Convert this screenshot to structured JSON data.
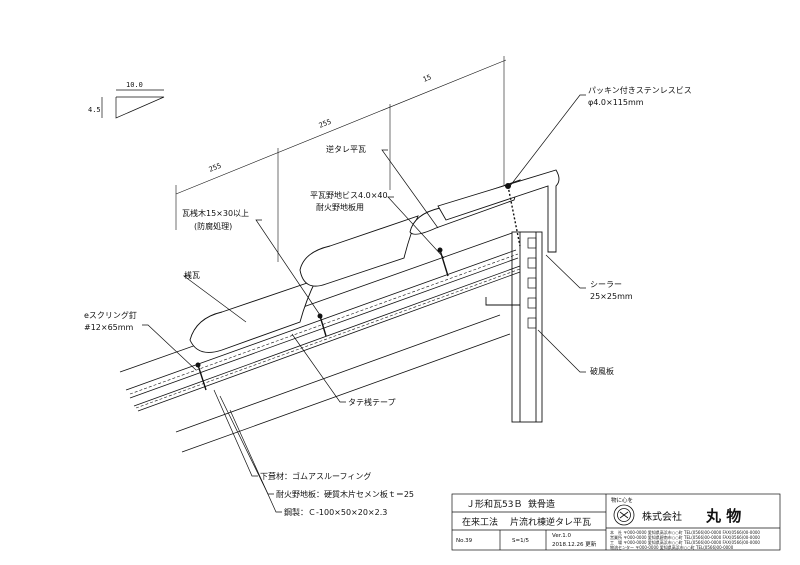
{
  "dimensions": {
    "slope_run": "10.0",
    "slope_rise": "4.5",
    "span_1": "255",
    "span_2": "255",
    "span_3": "15"
  },
  "labels": {
    "screw": "パッキン付きステンレスビス",
    "screw_size": "φ4.0×115mm",
    "reverse_tile": "逆タレ平瓦",
    "base_screw": "平瓦野地ビス4.0×40",
    "base_screw_use": "耐火野地板用",
    "batten": "瓦桟木15×30以上",
    "batten_note": "(防腐処理)",
    "ridge_tile": "桟瓦",
    "nail": "eスクリング釘",
    "nail_size": "#12×65mm",
    "sealer": "シーラー",
    "sealer_size": "25×25mm",
    "bargeboard": "破風板",
    "tape": "タテ桟テープ",
    "underlay": "下葺材：ゴムアスルーフィング",
    "roof_board": "耐火野地板：硬質木片セメン板ｔ＝25",
    "steel": "鋼製：Ｃ-100×50×20×2.3"
  },
  "title_block": {
    "line1_a": "Ｊ形和瓦53Ｂ",
    "line1_b": "鉄骨造",
    "line2_a": "在来工法",
    "line2_b": "片流れ棟逆タレ平瓦",
    "no": "No.39",
    "scale": "S=1/5",
    "version": "Ver.1.0",
    "date": "2018.12.26 更新",
    "motto": "物に心を",
    "company": "株式会社",
    "brand": "丸 物",
    "fine_1": "本　社 〒000-0000 愛知県高浜市○○町 TEL(0566)00-0000 FAX(0566)00-0000",
    "fine_2": "営業所 〒000-0000 愛知県碧南市○○町 TEL(0566)00-0000 FAX(0566)00-0000",
    "fine_3": "工　場 〒000-0000 愛知県高浜市○○町 TEL(0566)00-0000 FAX(0566)00-0000",
    "fine_4": "物流センター 〒000-0000 愛知県高浜市○○町 TEL(0566)00-0000"
  }
}
